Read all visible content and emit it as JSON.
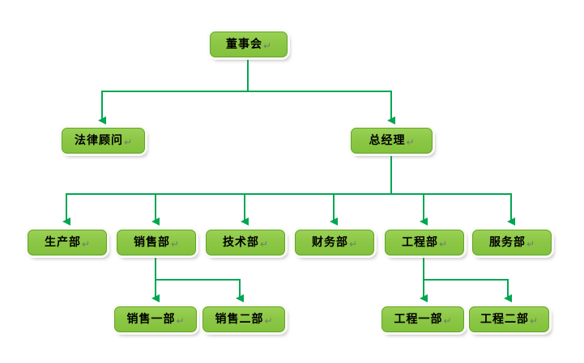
{
  "diagram": {
    "type": "org-chart",
    "language": "zh-CN",
    "return_mark": "↵",
    "colors": {
      "node_fill": "#8cc746",
      "node_inner_border": "#5ea52c",
      "node_outer_ring": "#fbfaf3",
      "node_shadow": "#b0b0b0",
      "connector": "#00a651",
      "text": "#000000",
      "background": "#ffffff"
    },
    "nodes": {
      "board": {
        "label": "董事会"
      },
      "legal_advisor": {
        "label": "法律顾问"
      },
      "general_manager": {
        "label": "总经理"
      },
      "production": {
        "label": "生产部"
      },
      "sales": {
        "label": "销售部"
      },
      "tech": {
        "label": "技术部"
      },
      "finance": {
        "label": "财务部"
      },
      "engineering": {
        "label": "工程部"
      },
      "service": {
        "label": "服务部"
      },
      "sales_1": {
        "label": "销售一部"
      },
      "sales_2": {
        "label": "销售二部"
      },
      "engineering_1": {
        "label": "工程一部"
      },
      "engineering_2": {
        "label": "工程二部"
      }
    },
    "hierarchy": [
      {
        "parent": "董事会",
        "children": [
          "法律顾问",
          "总经理"
        ]
      },
      {
        "parent": "总经理",
        "children": [
          "生产部",
          "销售部",
          "技术部",
          "财务部",
          "工程部",
          "服务部"
        ]
      },
      {
        "parent": "销售部",
        "children": [
          "销售一部",
          "销售二部"
        ]
      },
      {
        "parent": "工程部",
        "children": [
          "工程一部",
          "工程二部"
        ]
      }
    ]
  }
}
